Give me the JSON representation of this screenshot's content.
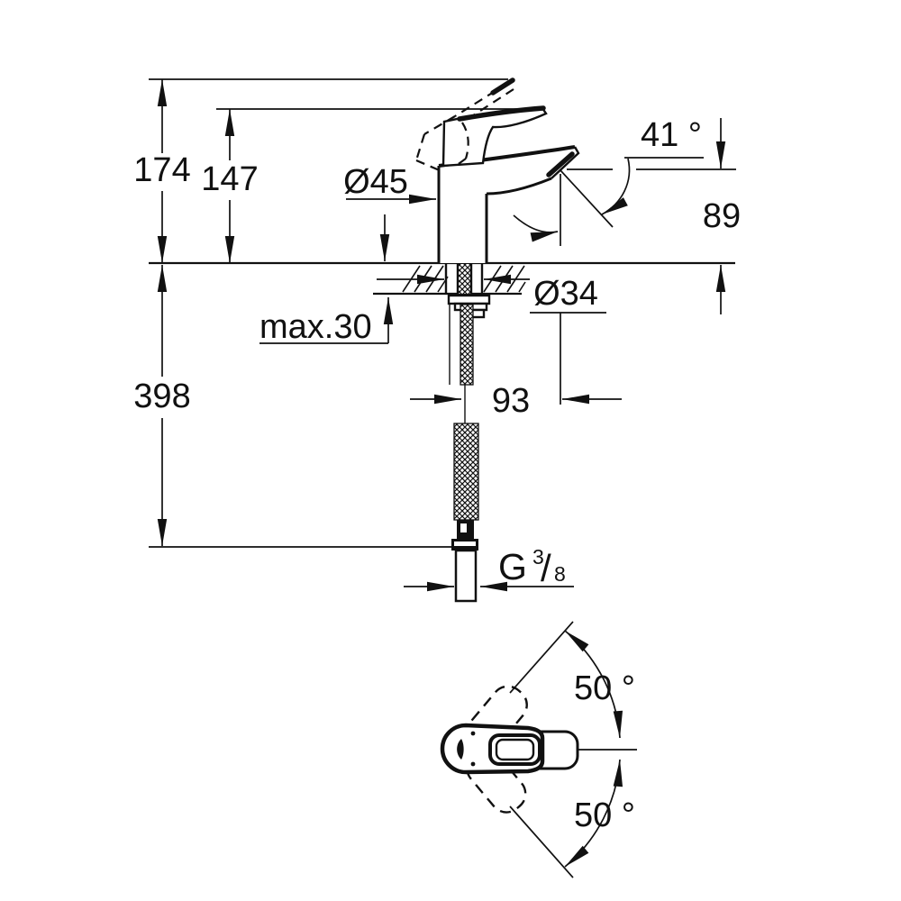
{
  "drawing": {
    "type": "technical-dimension-drawing",
    "subject": "single-lever basin mixer, side elevation and plan view",
    "units": "mm",
    "line_color": "#111111",
    "background_color": "#ffffff"
  },
  "side_view": {
    "overall_height": "174",
    "lever_height": "147",
    "body_diameter": "Ø45",
    "aerator_angle": "41 °",
    "spout_height": "89",
    "hole_diameter": "Ø34",
    "max_deck_thickness": "max.30",
    "hose_length": "398",
    "spout_reach": "93",
    "thread_prefix": "G",
    "thread_numerator": "3",
    "thread_slash": "/",
    "thread_denominator": "8"
  },
  "top_view": {
    "swivel_up": "50 °",
    "swivel_down": "50 °"
  }
}
